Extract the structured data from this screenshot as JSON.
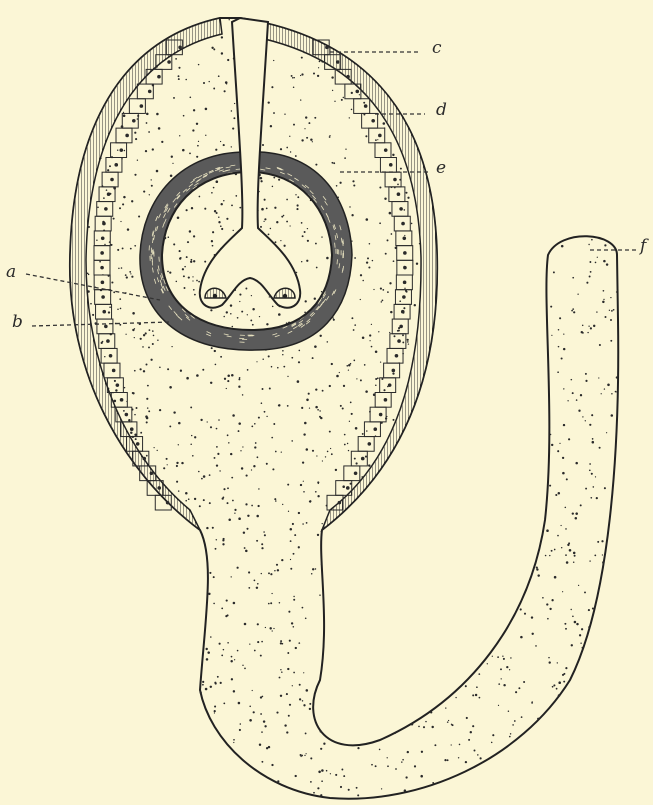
{
  "figure": {
    "background": "#fbf6d6",
    "ink": "#2a2a2a",
    "labels": {
      "a": "a",
      "b": "b",
      "c": "c",
      "d": "d",
      "e": "e",
      "f": "f"
    }
  }
}
